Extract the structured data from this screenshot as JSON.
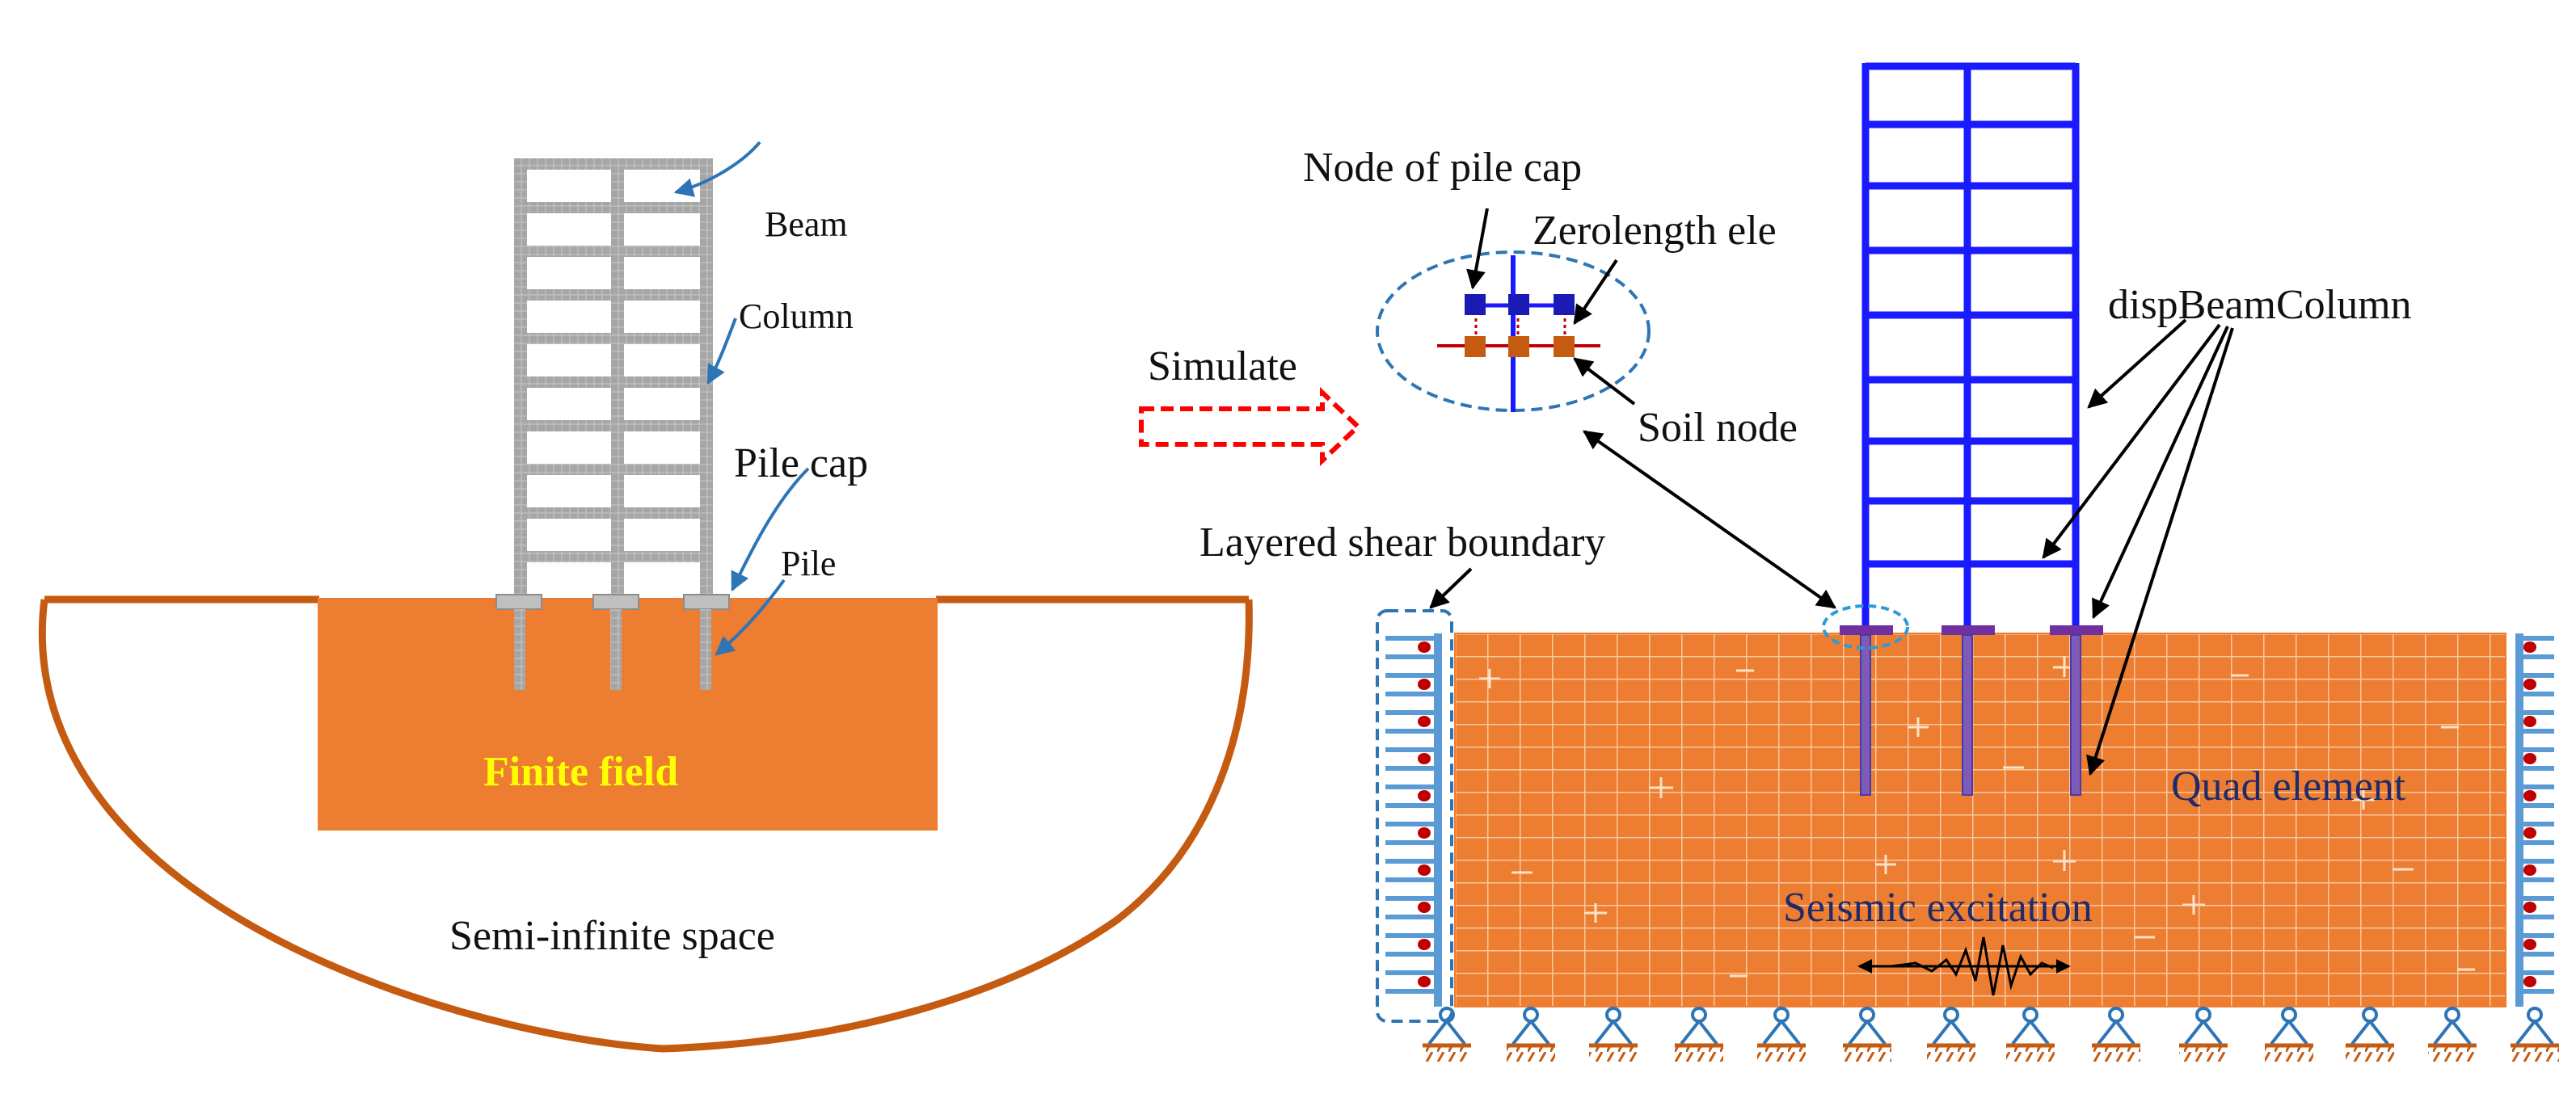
{
  "left_panel": {
    "labels": {
      "beam": "Beam",
      "column": "Column",
      "pile_cap": "Pile cap",
      "pile": "Pile",
      "finite_field": "Finite field",
      "semi_infinite": "Semi-infinite space"
    }
  },
  "transition": {
    "simulate": "Simulate"
  },
  "right_panel": {
    "labels": {
      "node_pile_cap": "Node of pile cap",
      "zerolength": "Zerolength ele",
      "soil_node": "Soil node",
      "disp_beam_column": "dispBeamColumn",
      "layered_shear": "Layered shear boundary",
      "quad_element": "Quad element",
      "seismic": "Seismic excitation"
    }
  },
  "colors": {
    "soil_orange": "#ed7d31",
    "frame_blue": "#1a1aff",
    "grey_frame": "#a6a6a6",
    "bowl_brown": "#c55a11",
    "arrow_blue": "#2e75b6",
    "finite_field_text": "#ffff00",
    "simulate_red": "#ff0000"
  }
}
